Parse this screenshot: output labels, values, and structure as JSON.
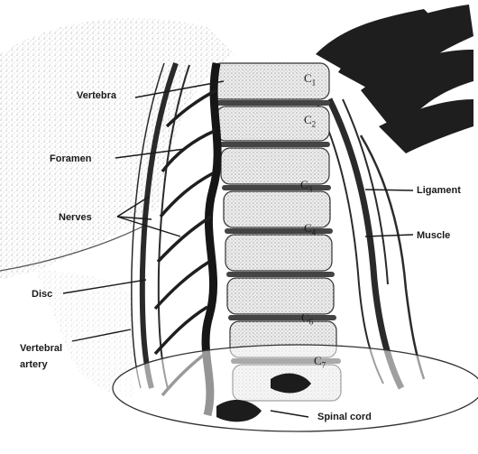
{
  "labels": {
    "vertebra": "Vertebra",
    "foramen": "Foramen",
    "nerves": "Nerves",
    "disc": "Disc",
    "vertebral_artery_line1": "Vertebral",
    "vertebral_artery_line2": "artery",
    "ligament": "Ligament",
    "muscle": "Muscle",
    "spinal_cord": "Spinal cord"
  },
  "vertebra_levels": [
    {
      "letter": "C",
      "sub": "1"
    },
    {
      "letter": "C",
      "sub": "2"
    },
    {
      "letter": "C",
      "sub": "3"
    },
    {
      "letter": "C",
      "sub": "4"
    },
    {
      "letter": "C",
      "sub": "6"
    },
    {
      "letter": "C",
      "sub": "7"
    }
  ]
}
